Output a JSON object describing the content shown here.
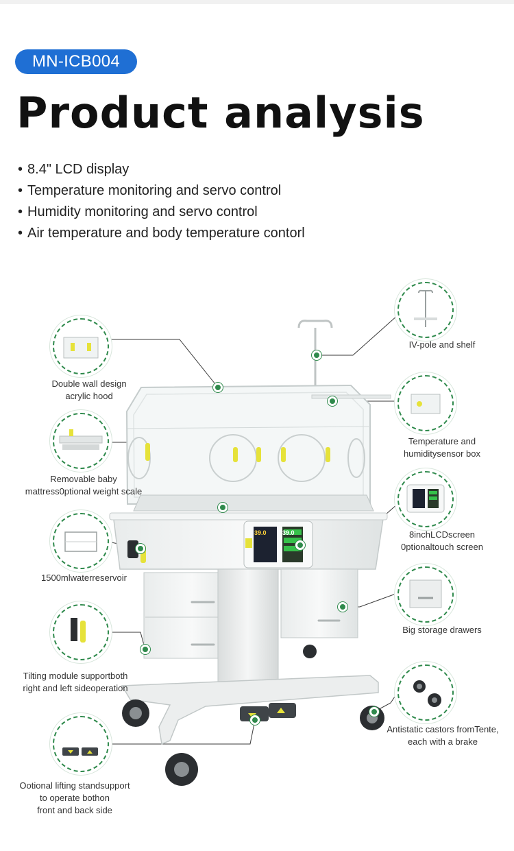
{
  "header": {
    "model_badge": "MN-ICB004",
    "title": "Product analysis"
  },
  "features": [
    "8.4\" LCD display",
    "Temperature monitoring and servo control",
    "Humidity monitoring and servo control",
    "Air temperature and body temperature contorl"
  ],
  "display": {
    "reading_1": "39.0",
    "reading_2": "39.0"
  },
  "callouts": {
    "hood": [
      "Double wall design",
      "acrylic hood"
    ],
    "mattress": [
      "Removable baby",
      "mattress0ptional weight scale"
    ],
    "reservoir": [
      "1500mlwaterreservoir"
    ],
    "tilting": [
      "Tilting module supportboth",
      "right and left sideoperation"
    ],
    "lifting": [
      "Ootional lifting standsupport",
      "to operate bothon",
      "front and back side"
    ],
    "ivpole": [
      "IV-pole and shelf"
    ],
    "sensor": [
      "Temperature and",
      "humiditysensor box"
    ],
    "screen": [
      "8inchLCDscreen",
      "0ptionaltouch screen"
    ],
    "drawers": [
      "Big storage drawers"
    ],
    "castors": [
      "Antistatic castors fromTente,",
      "each with a brake"
    ]
  },
  "colors": {
    "badge": "#1f6fd4",
    "accent_green": "#2f8a4c",
    "indicator_yellow": "#e6e23a"
  }
}
